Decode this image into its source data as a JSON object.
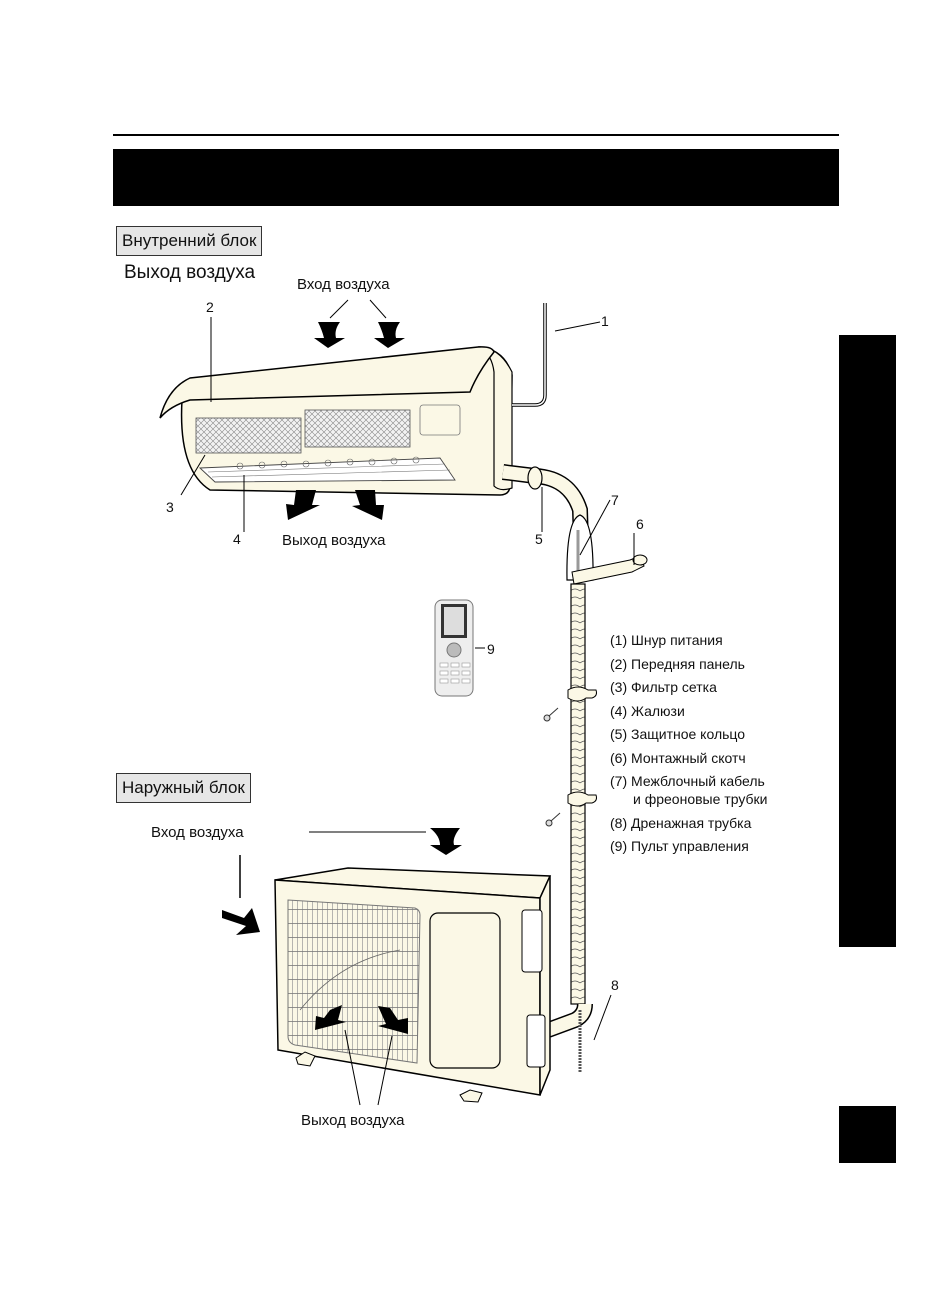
{
  "header": {
    "title": ""
  },
  "indoor_unit": {
    "section_label": "Внутренний блок",
    "outlet_heading": "Выход воздуха",
    "air_inlet_label": "Вход воздуха",
    "air_outlet_label": "Выход воздуха"
  },
  "outdoor_unit": {
    "section_label": "Наружный блок",
    "air_inlet_label": "Вход воздуха",
    "air_outlet_label": "Выход воздуха"
  },
  "callouts": [
    "1",
    "2",
    "3",
    "4",
    "5",
    "6",
    "7",
    "8",
    "9"
  ],
  "legend": [
    {
      "text": "(1) Шнур питания"
    },
    {
      "text": "(2) Передняя панель"
    },
    {
      "text": "(3) Фильтр сетка"
    },
    {
      "text": "(4) Жалюзи"
    },
    {
      "text": "(5) Защитное кольцо"
    },
    {
      "text": "(6) Монтажный скотч"
    },
    {
      "text": "(7) Межблочный кабель"
    },
    {
      "text": "и фреоновые трубки"
    },
    {
      "text": "(8) Дренажная трубка"
    },
    {
      "text": "(9) Пульт управления"
    }
  ],
  "colors": {
    "panel_fill": "#fbf8e6",
    "label_bg": "#e6e6e6",
    "bar": "#000000"
  }
}
